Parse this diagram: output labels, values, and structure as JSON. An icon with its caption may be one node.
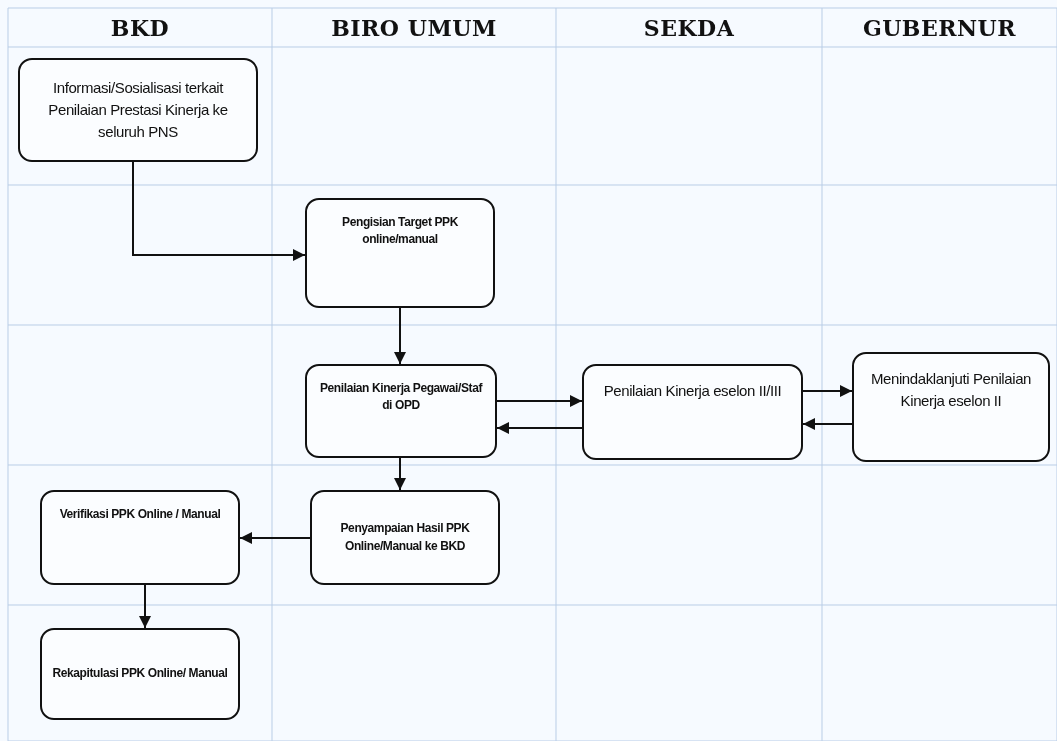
{
  "diagram": {
    "nodes": [
      {
        "text": [
          "Informasi/Sosialisasi terkait Penilaian Prestasi Kinerja ke seluruh PNS"
        ]
      },
      {
        "text": [
          "Pengisian Target PPK online/manual"
        ]
      },
      {
        "text": [
          "Penilaian Kinerja Pegawai/Staf di OPD"
        ]
      },
      {
        "text": [
          "Penilaian Kinerja eselon II/III"
        ]
      },
      {
        "text": [
          "Menindaklanjuti Penilaian Kinerja eselon II"
        ]
      },
      {
        "text": [
          "Penyampaian Hasil PPK Online/Manual ke BKD"
        ]
      },
      {
        "text": [
          "Verifikasi PPK Online / Manual"
        ]
      },
      {
        "text": [
          "Rekapitulasi PPK Online/ Manual"
        ]
      }
    ],
    "edges": [
      {
        "from": 0,
        "to": 1,
        "arrow": "to"
      },
      {
        "from": 1,
        "to": 2,
        "arrow": "to"
      },
      {
        "from": 2,
        "to": 3,
        "arrow": "to"
      },
      {
        "from": 3,
        "to": 2,
        "arrow": "to"
      },
      {
        "from": 3,
        "to": 4,
        "arrow": "to"
      },
      {
        "from": 4,
        "to": 3,
        "arrow": "to"
      },
      {
        "from": 2,
        "to": 5,
        "arrow": "to"
      },
      {
        "from": 5,
        "to": 6,
        "arrow": "to"
      },
      {
        "from": 6,
        "to": 7,
        "arrow": "to"
      }
    ],
    "labels": [
      "BKD",
      "BIRO UMUM",
      "SEKDA",
      "GUBERNUR"
    ]
  }
}
